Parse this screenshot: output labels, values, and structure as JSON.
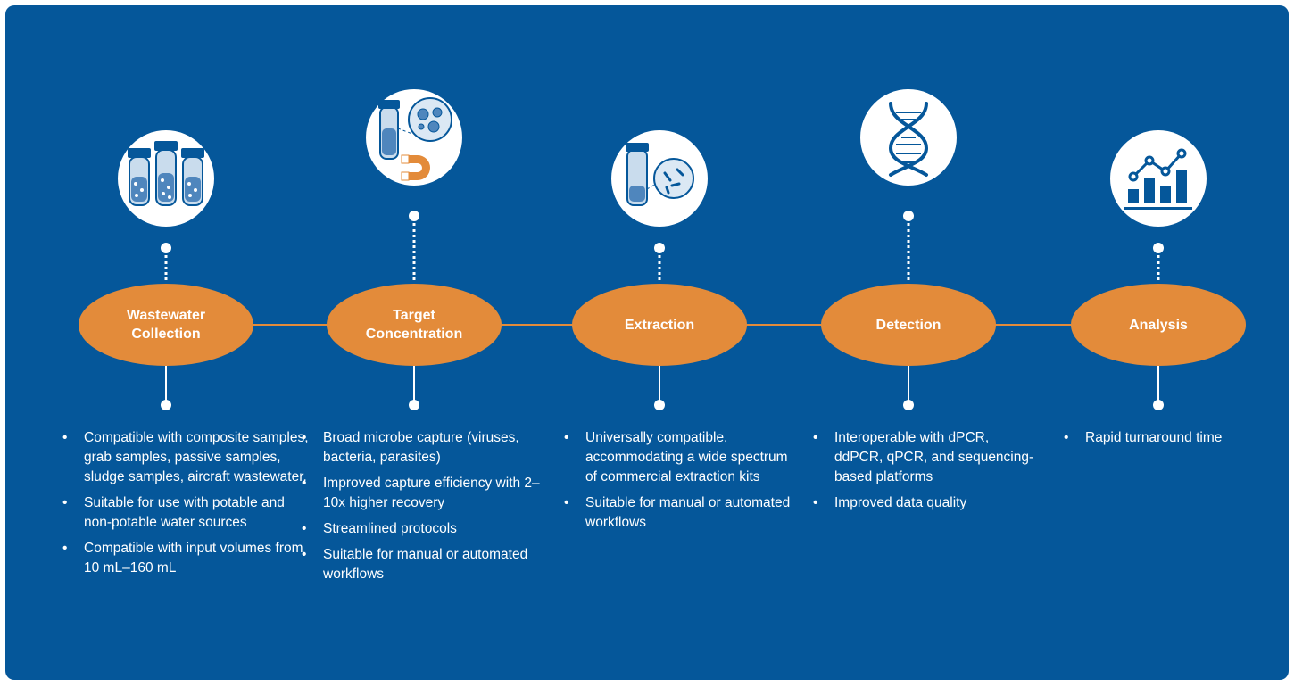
{
  "colors": {
    "panel": "#05579a",
    "accent_orange": "#e38b3a",
    "white": "#ffffff"
  },
  "stages": [
    {
      "label": "Wastewater\nCollection",
      "icon": "sample-tubes-icon",
      "bullets": [
        "Compatible with composite samples, grab samples, passive samples, sludge samples, aircraft wastewater.",
        "Suitable for use with potable and non-potable water sources",
        "Compatible with input volumes from 10 mL–160 mL"
      ]
    },
    {
      "label": "Target\nConcentration",
      "icon": "magnetic-capture-icon",
      "bullets": [
        "Broad microbe capture (viruses, bacteria, parasites)",
        "Improved capture efficiency with 2–10x higher recovery",
        "Streamlined protocols",
        "Suitable for manual or automated workflows"
      ]
    },
    {
      "label": "Extraction",
      "icon": "extraction-tube-icon",
      "bullets": [
        "Universally compatible, accommodating a wide spectrum of commercial extraction kits",
        "Suitable for manual or automated workflows"
      ]
    },
    {
      "label": "Detection",
      "icon": "dna-helix-icon",
      "bullets": [
        "Interoperable with dPCR, ddPCR, qPCR, and sequencing-based platforms",
        "Improved data quality"
      ]
    },
    {
      "label": "Analysis",
      "icon": "bar-line-chart-icon",
      "bullets": [
        "Rapid turnaround time"
      ]
    }
  ]
}
